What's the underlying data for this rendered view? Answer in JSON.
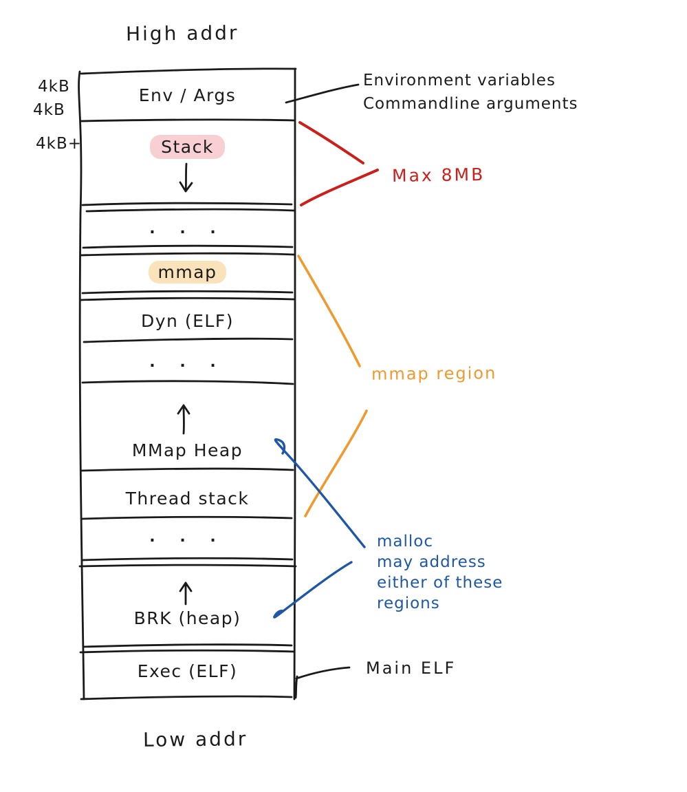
{
  "titles": {
    "high": "High addr",
    "low": "Low addr"
  },
  "left_labels": {
    "l1": "4kB",
    "l2": "4kB",
    "l3": "4kB+"
  },
  "sections": {
    "env_args": "Env / Args",
    "stack": "Stack",
    "dots1": ". . .",
    "mmap": "mmap",
    "dyn": "Dyn (ELF)",
    "dots2": ". . .",
    "mmap_heap": "MMap Heap",
    "thread_stack": "Thread stack",
    "dots3": ". . .",
    "brk": "BRK (heap)",
    "exec": "Exec (ELF)"
  },
  "annotations": {
    "env_line1": "Environment variables",
    "env_line2": "Commandline arguments",
    "max_8mb": "Max 8MB",
    "mmap_region": "mmap region",
    "malloc_line1": "malloc",
    "malloc_line2": "may address",
    "malloc_line3": "either of these",
    "malloc_line4": "regions",
    "main_elf": "Main ELF"
  },
  "colors": {
    "ink": "#1a1a1a",
    "red": "#cd1f1a",
    "orange": "#f0992e",
    "blue": "#1f57a8",
    "stack_highlight": "#f8d0d3",
    "mmap_highlight": "#fae2ba"
  }
}
